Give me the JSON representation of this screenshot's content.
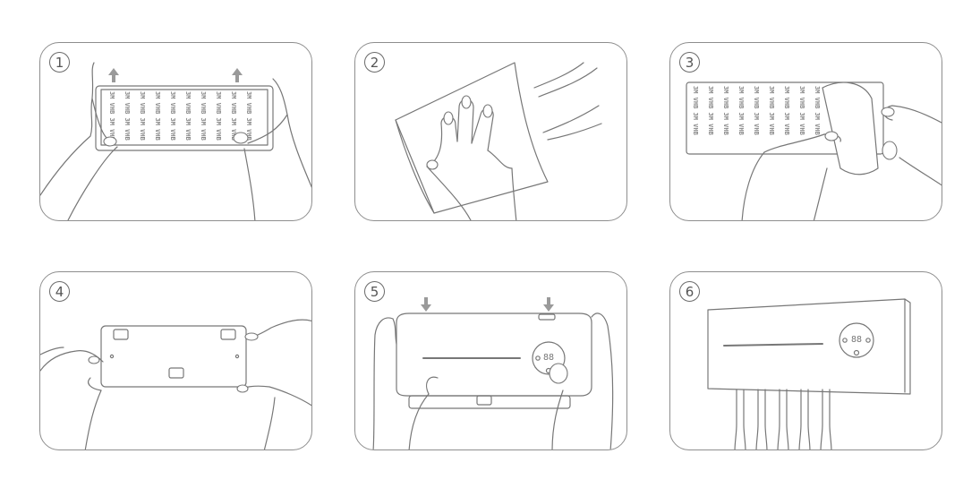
{
  "steps": [
    {
      "number": "1"
    },
    {
      "number": "2"
    },
    {
      "number": "3"
    },
    {
      "number": "4"
    },
    {
      "number": "5"
    },
    {
      "number": "6"
    }
  ],
  "tape_brand": "3M VHB",
  "display_digits": "88",
  "colors": {
    "line": "#777777",
    "border": "#8e8e8e",
    "arrow": "#9a9a9a"
  }
}
